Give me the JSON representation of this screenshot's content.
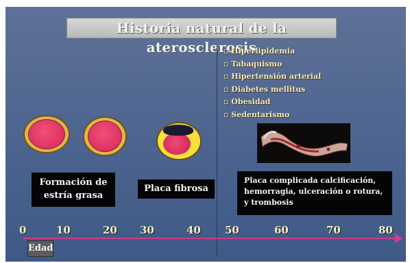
{
  "title": "Historia natural de la aterosclerosis",
  "risk_factors": [
    "Hiperlipidemia",
    "Tabaquismo",
    "Hipertensión arterial",
    "Diabetes mellitus",
    "Obesidad",
    "Sedentarismo"
  ],
  "stages": [
    {
      "label": "Formación de estría grasa"
    },
    {
      "label": "Placa fibrosa"
    },
    {
      "label": "Placa complicada calcificación, hemorragia, ulceración o rotura, y trombosis"
    }
  ],
  "axis": {
    "label": "Edad",
    "ticks": [
      "0",
      "10",
      "20",
      "30",
      "40",
      "50",
      "60",
      "70",
      "80"
    ]
  },
  "colors": {
    "background": "#4f6690",
    "vessel_wall": "#d7b74a",
    "lumen": "#d8245a",
    "axis": "#d23a8a"
  }
}
